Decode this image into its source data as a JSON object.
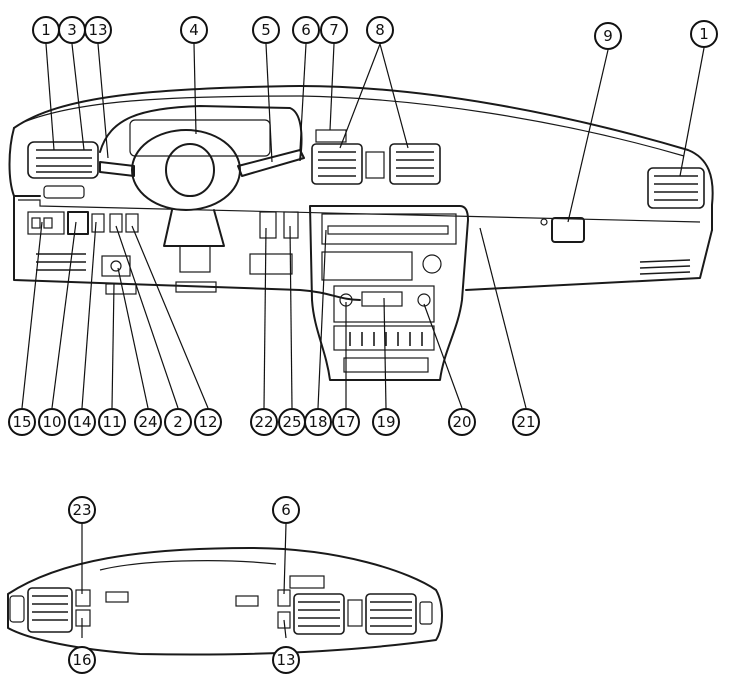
{
  "callouts": {
    "c1a": "1",
    "c3": "3",
    "c13a": "13",
    "c4": "4",
    "c5": "5",
    "c6a": "6",
    "c7": "7",
    "c8": "8",
    "c9": "9",
    "c1b": "1",
    "c15": "15",
    "c10": "10",
    "c14": "14",
    "c11": "11",
    "c24": "24",
    "c2": "2",
    "c12": "12",
    "c22": "22",
    "c25": "25",
    "c18": "18",
    "c17": "17",
    "c19": "19",
    "c20": "20",
    "c21": "21",
    "c23": "23",
    "c6b": "6",
    "c16": "16",
    "c13b": "13"
  }
}
